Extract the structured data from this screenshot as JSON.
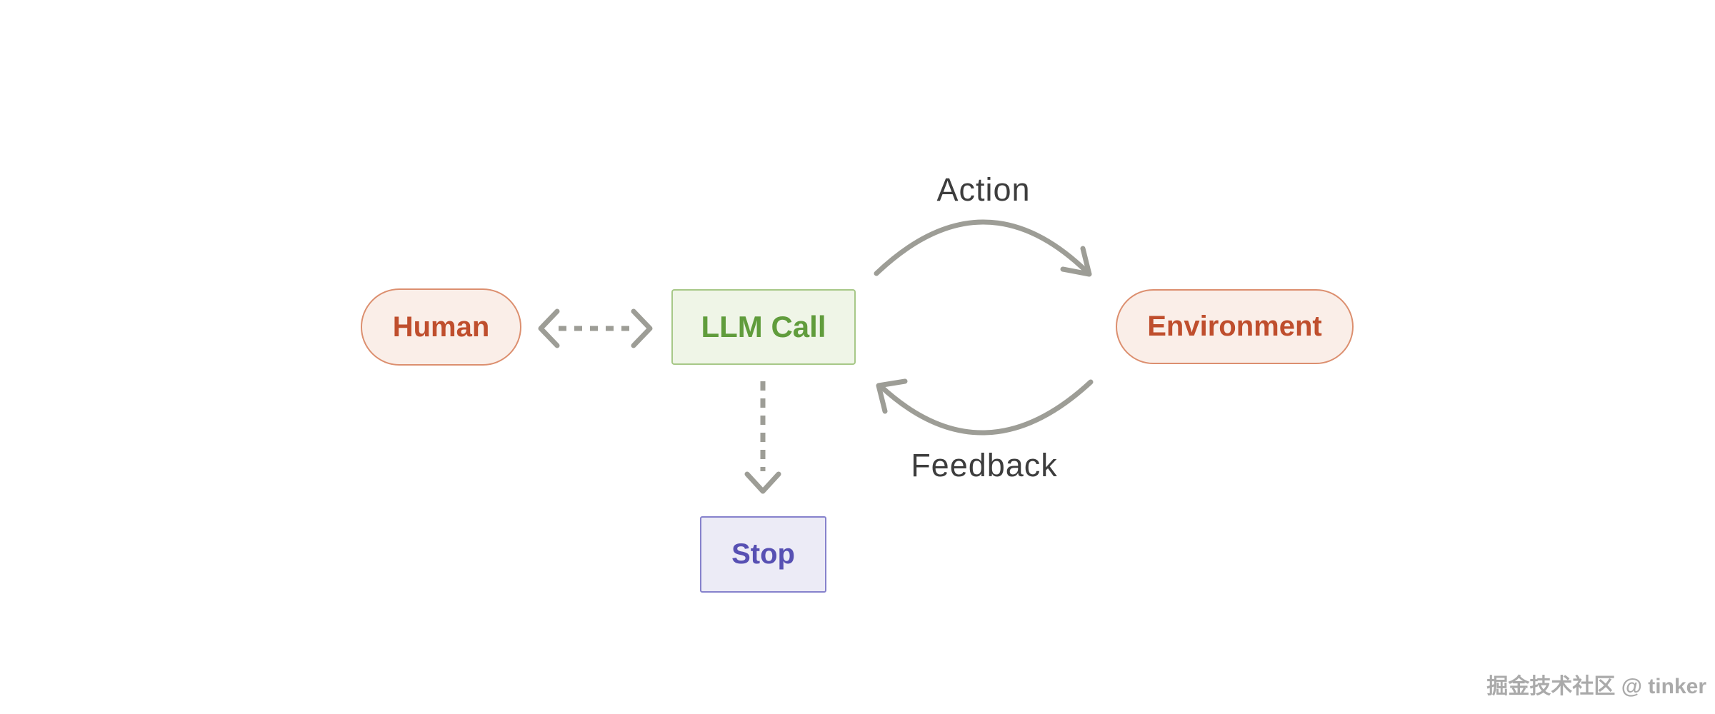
{
  "colors": {
    "canvas-bg": "#ffffff",
    "human-bg": "#faeee8",
    "human-border": "#dc8f6f",
    "human-text": "#bf4e2d",
    "llm-bg": "#eff5e7",
    "llm-border": "#a7c888",
    "llm-text": "#609c3c",
    "env-bg": "#faeee8",
    "env-border": "#dc8f6f",
    "env-text": "#bf4e2d",
    "stop-bg": "#ecebf6",
    "stop-border": "#8682cc",
    "stop-text": "#5750b3",
    "arrow-gray": "#9d9d96",
    "edge-label": "#3d3d3d",
    "watermark": "#9c9c9c"
  },
  "nodes": {
    "human": {
      "label": "Human"
    },
    "llm_call": {
      "label": "LLM Call"
    },
    "environment": {
      "label": "Environment"
    },
    "stop": {
      "label": "Stop"
    }
  },
  "edges": {
    "action": {
      "label": "Action"
    },
    "feedback": {
      "label": "Feedback"
    }
  },
  "icons": {
    "action_arrowhead": "curved-arrow-right",
    "feedback_arrowhead": "curved-arrow-left",
    "human_llm_arrow": "dashed-double-arrow",
    "llm_stop_arrow": "dashed-down-arrow"
  },
  "watermark": {
    "text": "掘金技术社区 @ tinker"
  }
}
